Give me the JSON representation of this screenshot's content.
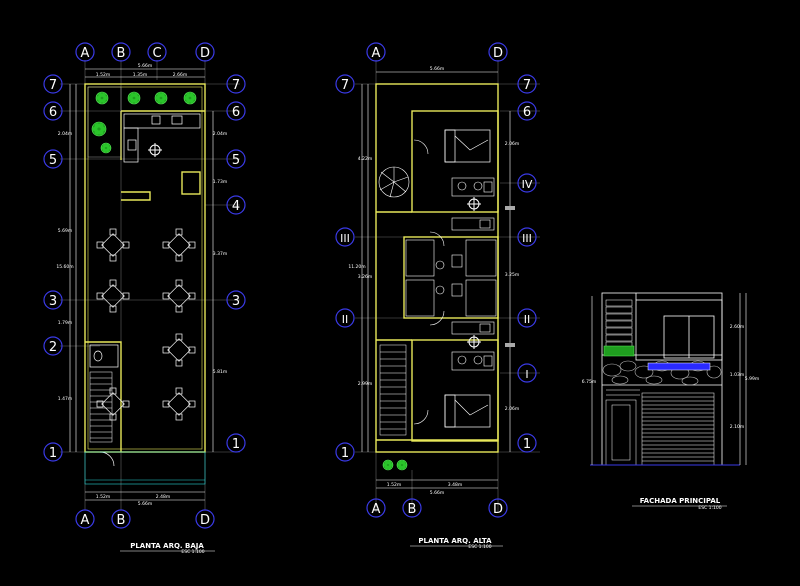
{
  "colors": {
    "background": "#000000",
    "axis_circle": "#3a3ae6",
    "axis_text": "#ffffff",
    "wall": "#e8e85a",
    "dimension": "#ffffff",
    "furniture": "#ffffff",
    "hatch": "#b8b8b8",
    "tree": "#27c227",
    "glass": "#2a2aff",
    "label": "#ffffff"
  },
  "plans": [
    {
      "title": "PLANTA ARQ. BAJA",
      "scale": "ESC 1:100",
      "col_axes": [
        "A",
        "B",
        "C",
        "D"
      ],
      "row_axes": [
        "7",
        "6",
        "5",
        "4",
        "3",
        "2",
        "1"
      ],
      "dims_top": [
        "5.66m",
        "1.52m",
        "1.35m",
        "2.66m"
      ],
      "dims_bottom": [
        "1.52m",
        "2.48m",
        "5.66m"
      ],
      "dims_left": [
        "2.04m",
        "5.69m",
        "15.60m",
        "1.79m",
        "1.47m"
      ],
      "dims_right": [
        "2.04m",
        "1.73m",
        "3.37m",
        "5.81m"
      ]
    },
    {
      "title": "PLANTA ARQ. ALTA",
      "scale": "ESC 1:100",
      "col_axes": [
        "A",
        "D",
        "B"
      ],
      "row_axes_left": [
        "7",
        "III",
        "II",
        "1"
      ],
      "row_axes_right": [
        "7",
        "6",
        "IV",
        "III",
        "II",
        "I",
        "1"
      ],
      "dims_top": [
        "5.66m"
      ],
      "dims_bottom": [
        "1.52m",
        "3.48m",
        "5.66m"
      ],
      "dims_left": [
        "4.22m",
        "11.20m",
        "3.26m",
        "2.99m"
      ],
      "dims_right": [
        "2.06m",
        "3.25m",
        "2.06m"
      ]
    }
  ],
  "facade": {
    "title": "FACHADA PRINCIPAL",
    "scale": "ESC 1:100",
    "dims_left": [
      "6.75m"
    ],
    "dims_right": [
      "2.60m",
      "1.03m",
      "2.10m",
      "5.99m"
    ]
  }
}
